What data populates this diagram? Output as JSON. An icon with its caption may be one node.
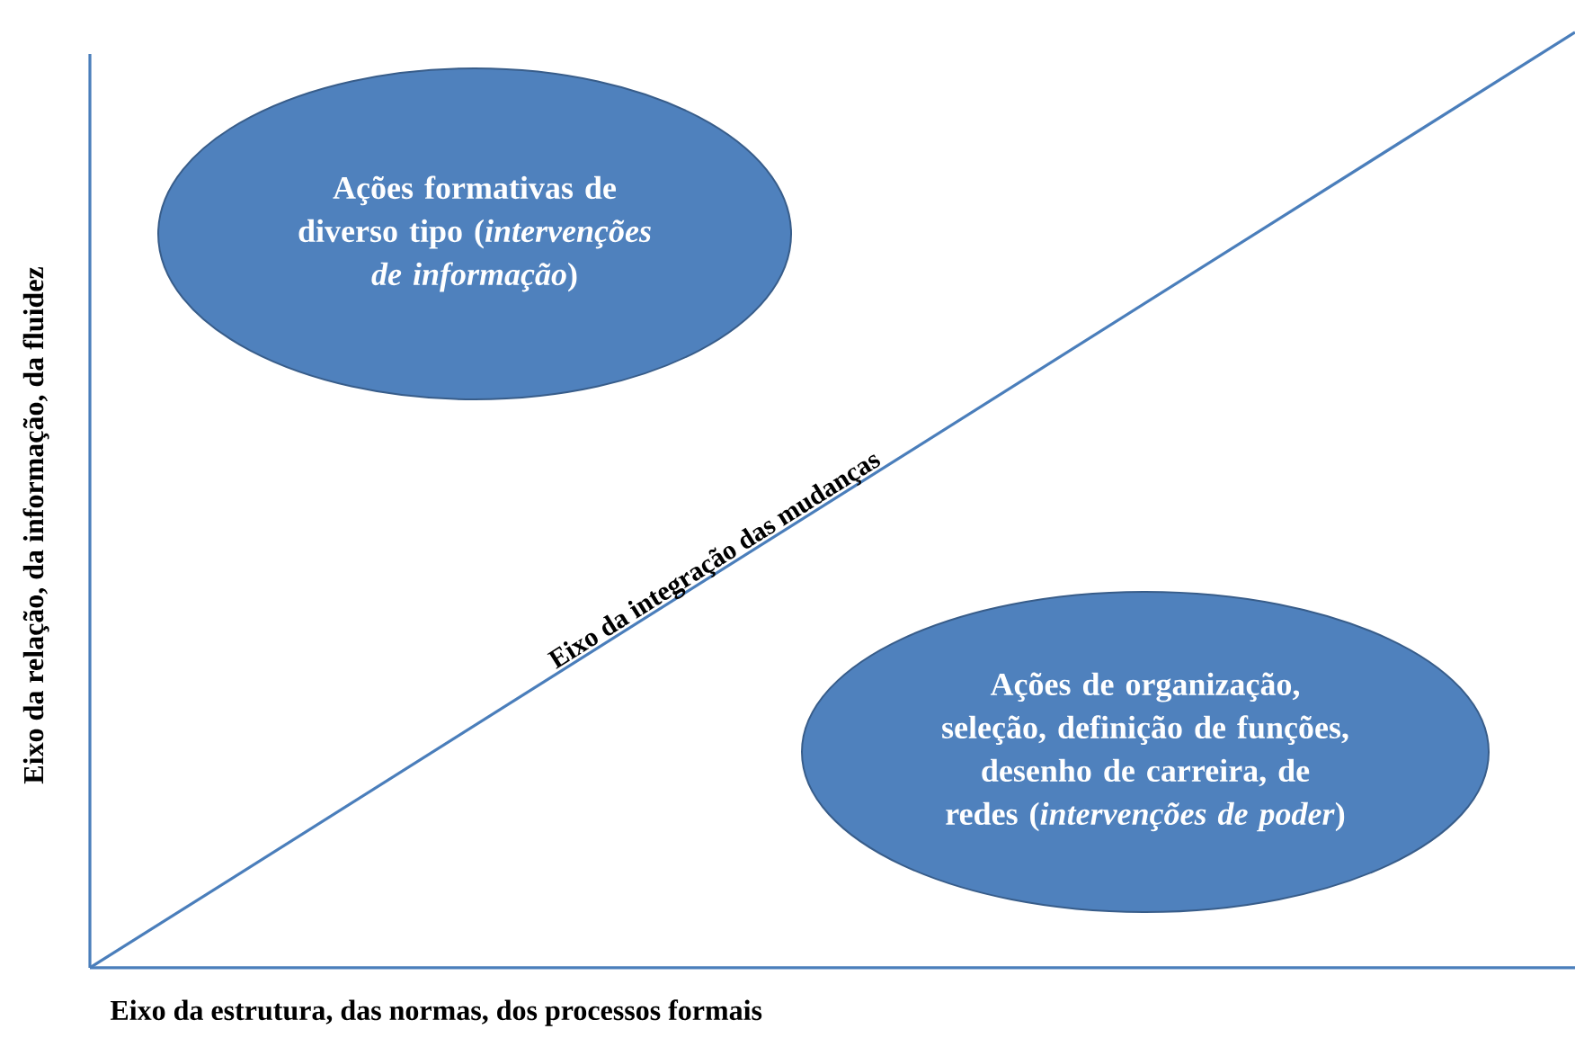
{
  "diagram": {
    "nodes": [
      {
        "text": [
          "Ações formativas de diverso tipo (*intervenções de informação*)"
        ]
      },
      {
        "text": [
          "Ações de organização, seleção, definição de funções, desenho de carreira, de redes (*intervenções de poder*)"
        ]
      }
    ],
    "labels": [
      "Eixo da relação, da informação, da fluidez",
      "Eixo da integração das mudanças",
      "Eixo da estrutura, das normas, dos processos formais"
    ]
  }
}
